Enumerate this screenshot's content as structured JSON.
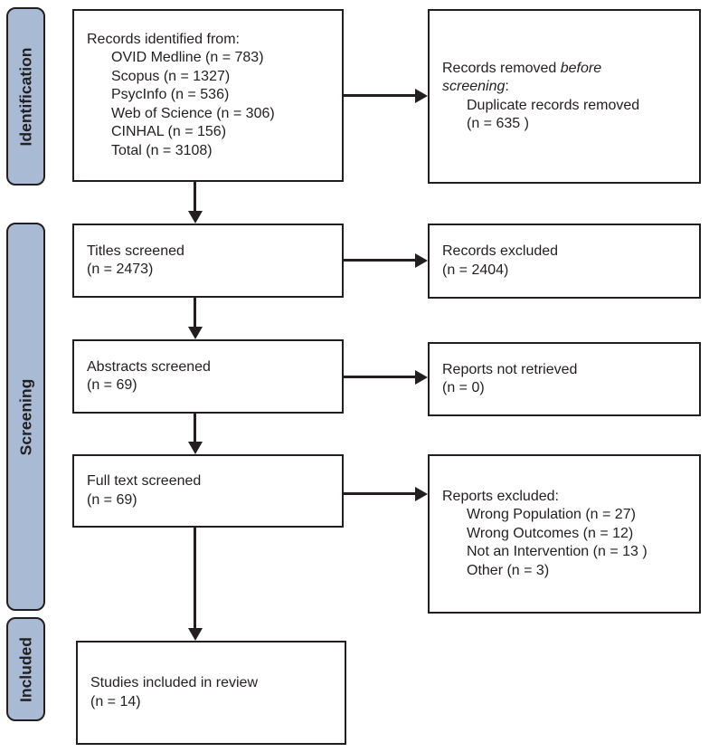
{
  "stages": {
    "identification": "Identification",
    "screening": "Screening",
    "included": "Included"
  },
  "boxes": {
    "records_identified": {
      "title": "Records identified from:",
      "items": [
        "OVID Medline (n = 783)",
        "Scopus (n = 1327)",
        "PsycInfo (n = 536)",
        "Web of Science (n = 306)",
        "CINHAL (n = 156)",
        "Total (n = 3108)"
      ]
    },
    "records_removed": {
      "line1_regular": "Records removed ",
      "line1_italic": "before",
      "line2_italic": "screening",
      "line2_regular": ":",
      "items": [
        "Duplicate records removed",
        "(n = 635 )"
      ]
    },
    "titles_screened": {
      "line1": "Titles screened",
      "line2": "(n = 2473)"
    },
    "records_excluded": {
      "line1": "Records excluded",
      "line2": "(n = 2404)"
    },
    "abstracts_screened": {
      "line1": "Abstracts screened",
      "line2": "(n = 69)"
    },
    "reports_not_retrieved": {
      "line1": "Reports not retrieved",
      "line2": "(n = 0)"
    },
    "full_text_screened": {
      "line1": "Full text screened",
      "line2": "(n = 69)"
    },
    "reports_excluded": {
      "title": "Reports excluded:",
      "items": [
        "Wrong Population (n = 27)",
        "Wrong Outcomes (n = 12)",
        "Not an Intervention (n = 13 )",
        "Other (n = 3)"
      ]
    },
    "studies_included": {
      "line1": "Studies included in review",
      "line2": "(n = 14)"
    }
  },
  "colors": {
    "stage_fill": "#a9bad5",
    "border": "#231f20",
    "background": "#ffffff"
  }
}
